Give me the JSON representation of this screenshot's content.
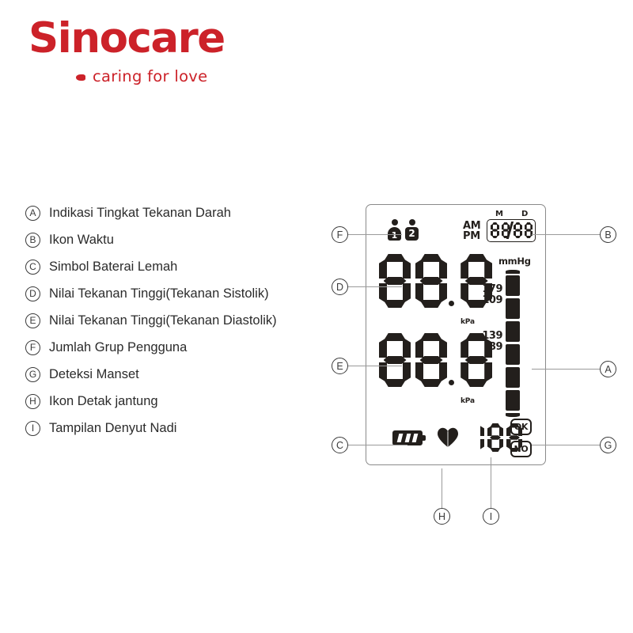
{
  "brand": {
    "name": "Sinocare",
    "tagline": "caring for love",
    "color": "#cc2229",
    "dot_icon": "bullet-dot-icon"
  },
  "legend": {
    "items": [
      {
        "key": "A",
        "label": "Indikasi Tingkat Tekanan Darah"
      },
      {
        "key": "B",
        "label": "Ikon Waktu"
      },
      {
        "key": "C",
        "label": "Simbol Baterai Lemah"
      },
      {
        "key": "D",
        "label": "Nilai Tekanan Tinggi(Tekanan Sistolik)"
      },
      {
        "key": "E",
        "label": "Nilai Tekanan Tinggi(Tekanan Diastolik)"
      },
      {
        "key": "F",
        "label": "Jumlah Grup Pengguna"
      },
      {
        "key": "G",
        "label": "Deteksi Manset"
      },
      {
        "key": "H",
        "label": "Ikon Detak jantung"
      },
      {
        "key": "I",
        "label": "Tampilan Denyut Nadi"
      }
    ]
  },
  "lcd": {
    "user_group": {
      "icon": "user-group-icon",
      "users": [
        "1",
        "2"
      ]
    },
    "time": {
      "am_label": "AM",
      "pm_label": "PM",
      "month_label": "M",
      "day_label": "D",
      "month_value": "88",
      "day_value": "88",
      "separator": "/"
    },
    "systolic": {
      "value": "88.8",
      "unit": "kPa"
    },
    "diastolic": {
      "value": "88.8",
      "unit": "kPa"
    },
    "pressure_scale": {
      "unit": "mmHg",
      "high_ticks": [
        "179",
        "109"
      ],
      "low_ticks": [
        "139",
        "89"
      ],
      "segment_count": 6
    },
    "battery": {
      "icon": "low-battery-icon"
    },
    "heartbeat": {
      "icon": "heart-icon"
    },
    "pulse": {
      "value": "188"
    },
    "cuff": {
      "ok_label": "OK",
      "no_label": "NO"
    }
  },
  "callouts": {
    "A": "A",
    "B": "B",
    "C": "C",
    "D": "D",
    "E": "E",
    "F": "F",
    "G": "G",
    "H": "H",
    "I": "I"
  },
  "colors": {
    "lcd_dark": "#231f1c",
    "leader_line": "#9a9a9a",
    "panel_border": "#8a8a8a",
    "text": "#2b2b2b"
  }
}
